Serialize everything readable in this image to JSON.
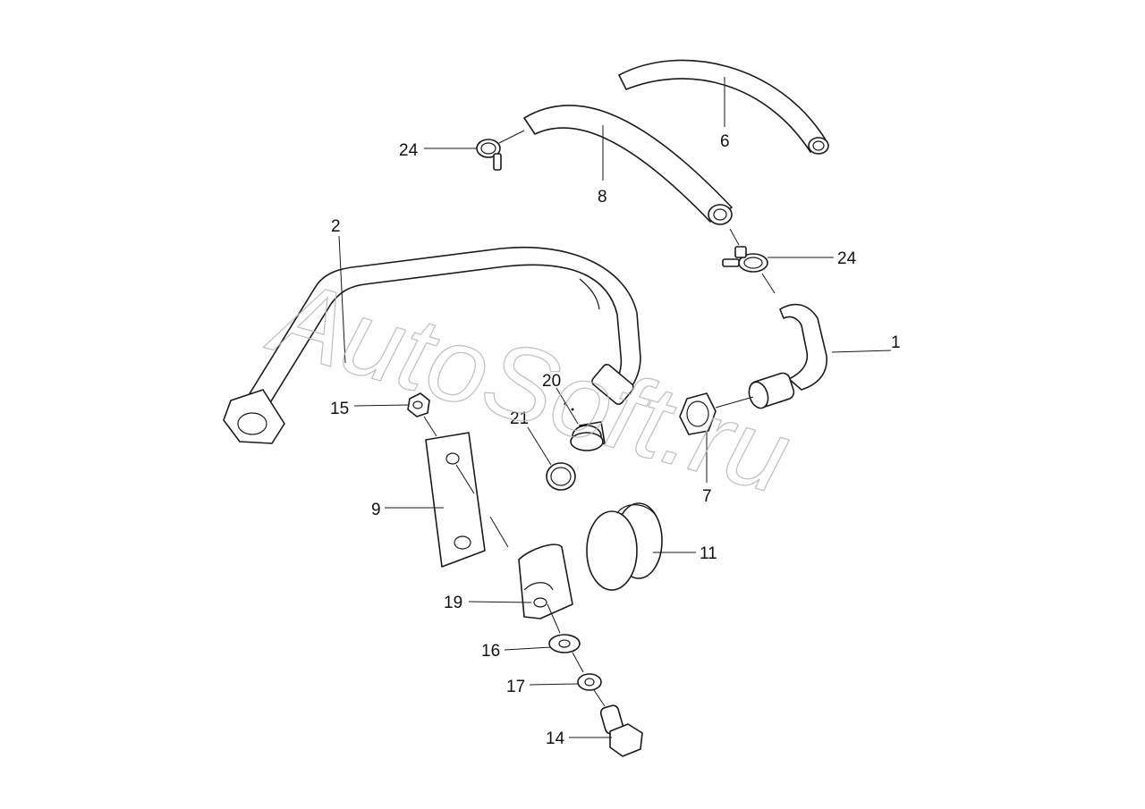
{
  "watermark": "AutoSoft.ru",
  "callouts": {
    "c1": "1",
    "c2": "2",
    "c6": "6",
    "c7": "7",
    "c8": "8",
    "c9": "9",
    "c11": "11",
    "c14": "14",
    "c15": "15",
    "c16": "16",
    "c17": "17",
    "c19": "19",
    "c20": "20",
    "c21": "21",
    "c24a": "24",
    "c24b": "24"
  }
}
